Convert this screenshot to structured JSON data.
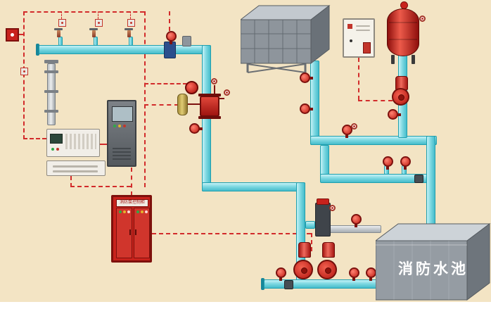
{
  "labels": {
    "fire_pool": "消防水池",
    "pump_cabinet": "消防泵控制柜"
  },
  "colors": {
    "background": "#f3e4c4",
    "pipe": "#7fd9e2",
    "pipe_border": "#1f9fae",
    "wiring": "#d22b2b",
    "pump_red": "#c8221c",
    "tank_gray": "#959ca3",
    "pressure_tank_red": "#ec5a4a"
  },
  "components": [
    "sprinkler-head",
    "smoke-detector",
    "manual-call-point",
    "fire-alarm-control-panel",
    "graphic-display-cabinet",
    "pump-control-cabinet",
    "wet-alarm-valve",
    "retard-chamber",
    "alarm-bell",
    "pressure-gauge",
    "signal-butterfly-valve",
    "flow-indicator",
    "butterfly-valve",
    "check-valve",
    "roof-water-tank",
    "pressure-stabilizing-tank",
    "stabilizer-pump",
    "fire-pump",
    "pressure-relief-device",
    "test-valve",
    "suction-pipe",
    "fire-water-pool"
  ]
}
